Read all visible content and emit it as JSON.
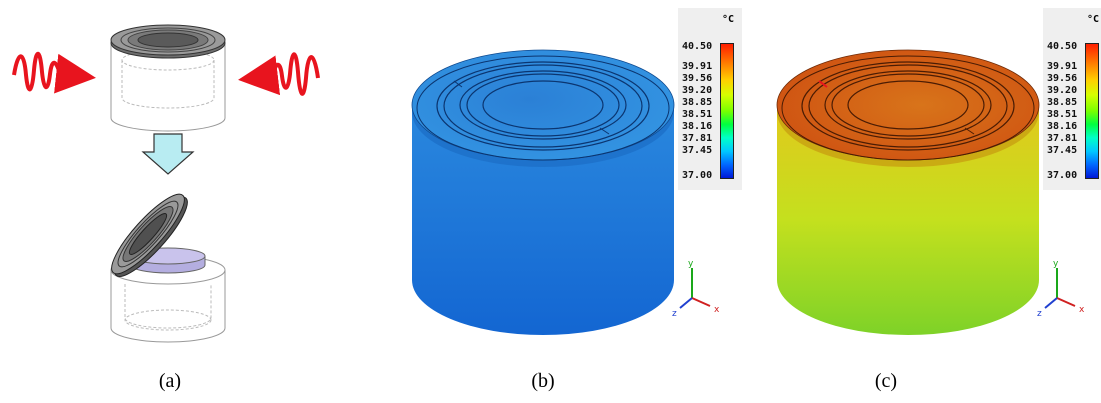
{
  "captions": {
    "a": "(a)",
    "b": "(b)",
    "c": "(c)"
  },
  "legend": {
    "unit": "°C",
    "ticks": [
      "40.50",
      "39.91",
      "39.56",
      "39.20",
      "38.85",
      "38.51",
      "38.16",
      "37.81",
      "37.45",
      "37.00"
    ]
  },
  "axes": {
    "x": "x",
    "y": "y",
    "z": "z"
  },
  "colors": {
    "wave": "#e8141e",
    "arrow_down": "#b8ecf2",
    "inner_disk": "#c9c3ec",
    "cold_body": "#1e7ad6",
    "hot_top": "#d85a10",
    "hot_body": "#b4dc1e"
  }
}
